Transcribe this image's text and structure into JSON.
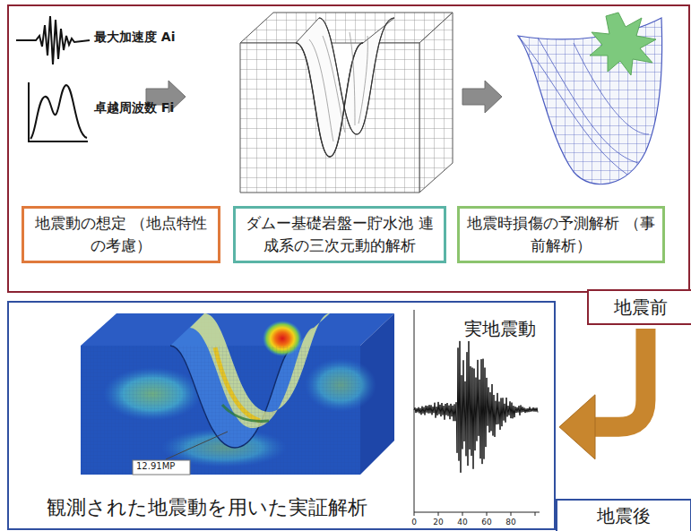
{
  "diagram": {
    "nodes": [
      {
        "text": [
          "地震前"
        ]
      },
      {
        "text": [
          "地震動の想定 （地点特性の考慮）"
        ],
        "in": 0
      },
      {
        "text": [
          "ダムー基礎岩盤ー貯水池 連成系の三次元動的解析"
        ],
        "in": 0
      },
      {
        "text": [
          "地震時損傷の予測解析 （事前解析）"
        ],
        "in": 0
      },
      {
        "text": [
          "地震後"
        ]
      }
    ],
    "edges": [
      {
        "from": 0,
        "to": 4,
        "arrow": "to"
      }
    ],
    "labels": [
      "最大加速度 Ai",
      "卓越周波数 Fi",
      "12.91MP",
      "観測された地震動を用いた実証解析",
      "実地震動",
      "0",
      "20",
      "40",
      "60",
      "80"
    ]
  }
}
